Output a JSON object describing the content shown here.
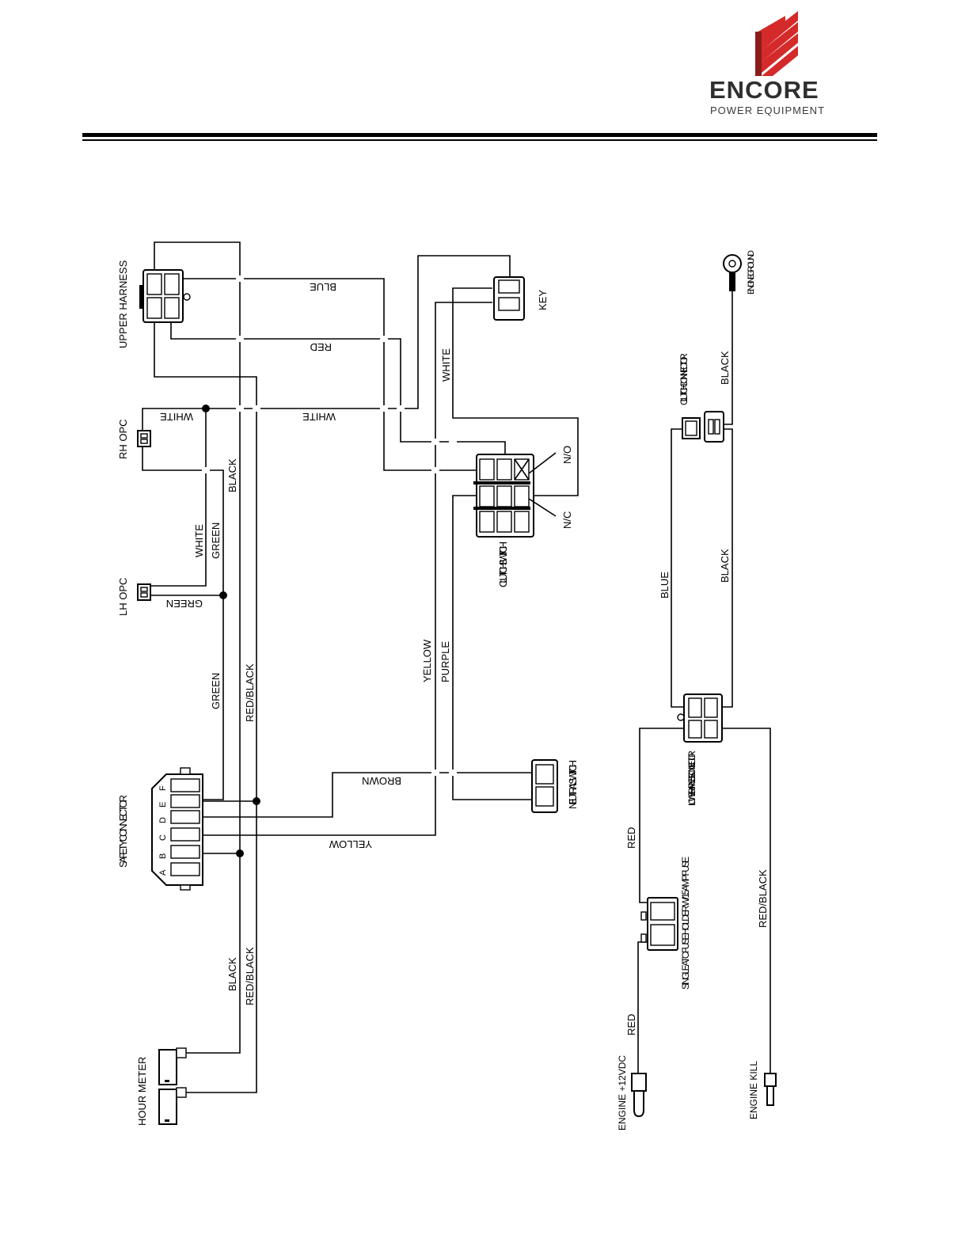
{
  "brand": {
    "name": "ENCORE",
    "tagline": "POWER EQUIPMENT",
    "logo_color": "#d42a2a"
  },
  "labels": {
    "upper_harness": "UPPER HARNESS",
    "rh_opc": "RH OPC",
    "lh_opc": "LH OPC",
    "safety_connector": "SAFETY CONNECTOR",
    "hour_meter": "HOUR METER",
    "key": "KEY",
    "clutch_switch": "CLUTCH SWITCH",
    "neutral_switch": "NEUTRAL SWITCH",
    "no": "N/O",
    "nc": "N/C",
    "engine_ground": "ENGINE GROUND",
    "clutch_connector": "CLUTCH CONNECTOR",
    "lower_harness_connector": "LOWER HARNESS CONNECTOR",
    "fuse_holder": "SINGLE ATC FUSE HOLDER W/ 15 AMP FUSE",
    "engine_12vdc": "ENGINE +12VDC",
    "engine_kill": "ENGINE KILL",
    "pin_a": "A",
    "pin_b": "B",
    "pin_c": "C",
    "pin_d": "D",
    "pin_e": "E",
    "pin_f": "F"
  },
  "wires": {
    "blue": "BLUE",
    "red": "RED",
    "white": "WHITE",
    "black": "BLACK",
    "green": "GREEN",
    "red_black": "RED/BLACK",
    "yellow": "YELLOW",
    "purple": "PURPLE",
    "brown": "BROWN"
  }
}
